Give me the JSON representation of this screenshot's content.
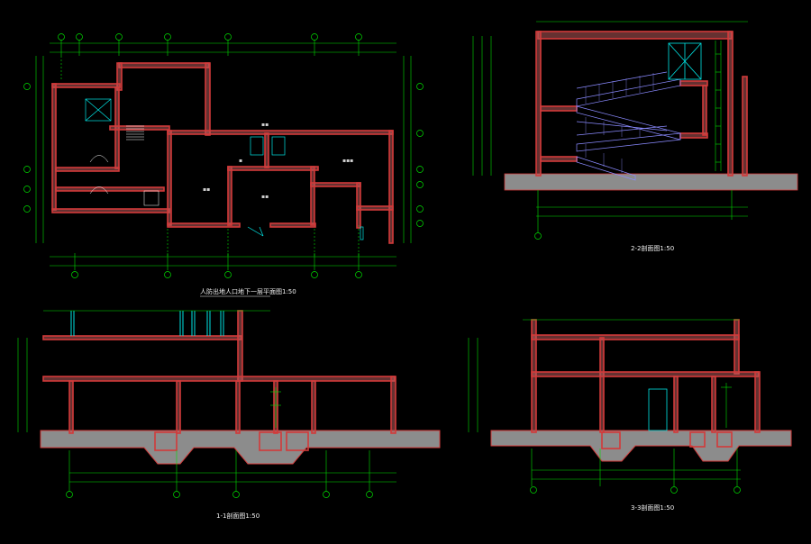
{
  "drawing": {
    "background": "#000000",
    "colors": {
      "wall": "#d23a3a",
      "wall_fill": "#b85a5a",
      "grid": "#00e000",
      "glass": "#00e5e5",
      "stair": "#8a8aff",
      "ground": "#8c8c8c",
      "axis": "#ffffff"
    },
    "views": [
      {
        "id": "plan",
        "title": "人防出地人口地下一层平面图1:50"
      },
      {
        "id": "section_22",
        "title": "2-2剖面图1:50"
      },
      {
        "id": "section_11",
        "title": "1-1剖面图1:50"
      },
      {
        "id": "section_33",
        "title": "3-3剖面图1:50"
      }
    ]
  }
}
